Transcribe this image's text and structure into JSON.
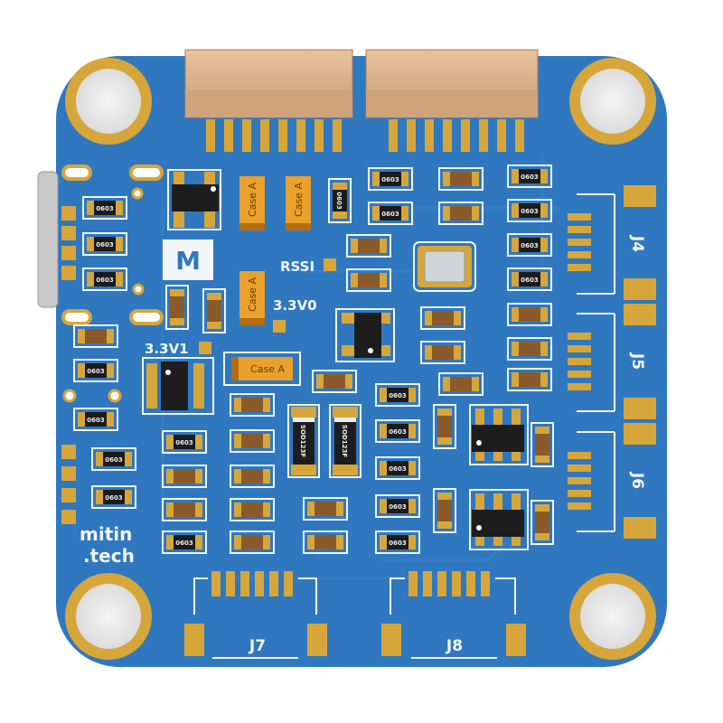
{
  "board": {
    "colors": {
      "pcb": "#2f78bf",
      "pcb_dark": "#2866a6",
      "pad": "#d7a63a",
      "silk": "#f3f6f9",
      "connector": "#d9b38c",
      "resistor": "#1b1b1b",
      "capacitor": "#8a5a2b",
      "tantalum": "#e9a02c"
    },
    "labels": {
      "rssi": "RSSI",
      "v30": "3.3V0",
      "v31": "3.3V1",
      "j4": "J4",
      "j5": "J5",
      "j6": "J6",
      "j7": "J7",
      "j8": "J8",
      "logo_m": "M",
      "brand_line1": "mitin",
      "brand_line2": ".tech"
    },
    "component_text": {
      "case_a": "Case A",
      "r0603": "0603",
      "diode": "SOD123F"
    }
  }
}
